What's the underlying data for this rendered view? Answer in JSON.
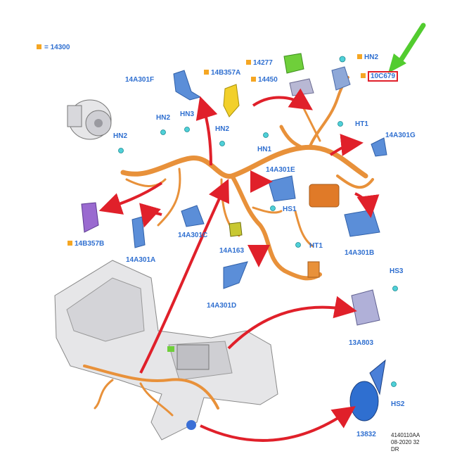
{
  "legend": {
    "swatch_color": "#f5a623",
    "text": "= 14300"
  },
  "labels": {
    "l_14A301F": "14A301F",
    "l_14B357A": "14B357A",
    "l_14277": "14277",
    "l_14450": "14450",
    "l_HN2_top": "HN2",
    "l_10C679": "10C679",
    "l_HN2_a": "HN2",
    "l_HN3": "HN3",
    "l_HN2_b": "HN2",
    "l_HN2_c": "HN2",
    "l_HN1": "HN1",
    "l_HT1_top": "HT1",
    "l_14A301G": "14A301G",
    "l_14A301E": "14A301E",
    "l_HS1": "HS1",
    "l_14B357B": "14B357B",
    "l_14A301C": "14A301C",
    "l_14A301A": "14A301A",
    "l_14A163": "14A163",
    "l_HT1_mid": "HT1",
    "l_14A301B": "14A301B",
    "l_14A301D": "14A301D",
    "l_HS3": "HS3",
    "l_13A803": "13A803",
    "l_HS2": "HS2",
    "l_13832": "13832"
  },
  "doc_id": {
    "line1": "4140110AA",
    "line2": "08-2020 32",
    "line3": "DR"
  },
  "colors": {
    "harness": "#e8913a",
    "arrow_red": "#e0202a",
    "arrow_green": "#52cc2f",
    "label_blue": "#2f6fd0",
    "bracket_blue": "#5b8ed8",
    "connector_cyan": "#4fd0d8",
    "relay_green": "#6fcf3a",
    "sensor_yellow": "#f2d02a",
    "purple_part": "#9a6ad0",
    "grey_part": "#c8c8d0"
  }
}
